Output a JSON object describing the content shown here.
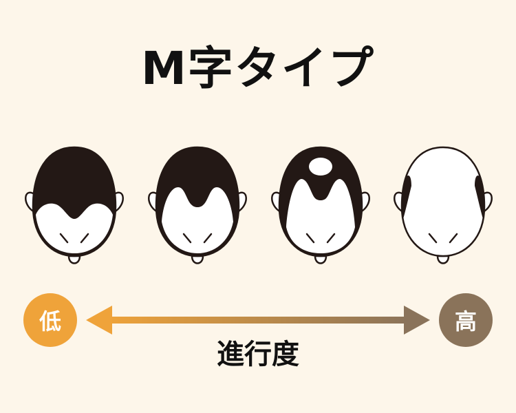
{
  "title": "M字タイプ",
  "stages": [
    {
      "stage": 1,
      "icon": "head-stage-1-icon"
    },
    {
      "stage": 2,
      "icon": "head-stage-2-icon"
    },
    {
      "stage": 3,
      "icon": "head-stage-3-icon"
    },
    {
      "stage": 4,
      "icon": "head-stage-4-icon"
    }
  ],
  "scale": {
    "low_label": "低",
    "high_label": "高",
    "axis_label": "進行度",
    "low_color": "#efa33a",
    "high_color": "#8a735a"
  },
  "colors": {
    "background": "#fdf6ea",
    "hair": "#231815",
    "skin": "#ffffff"
  }
}
